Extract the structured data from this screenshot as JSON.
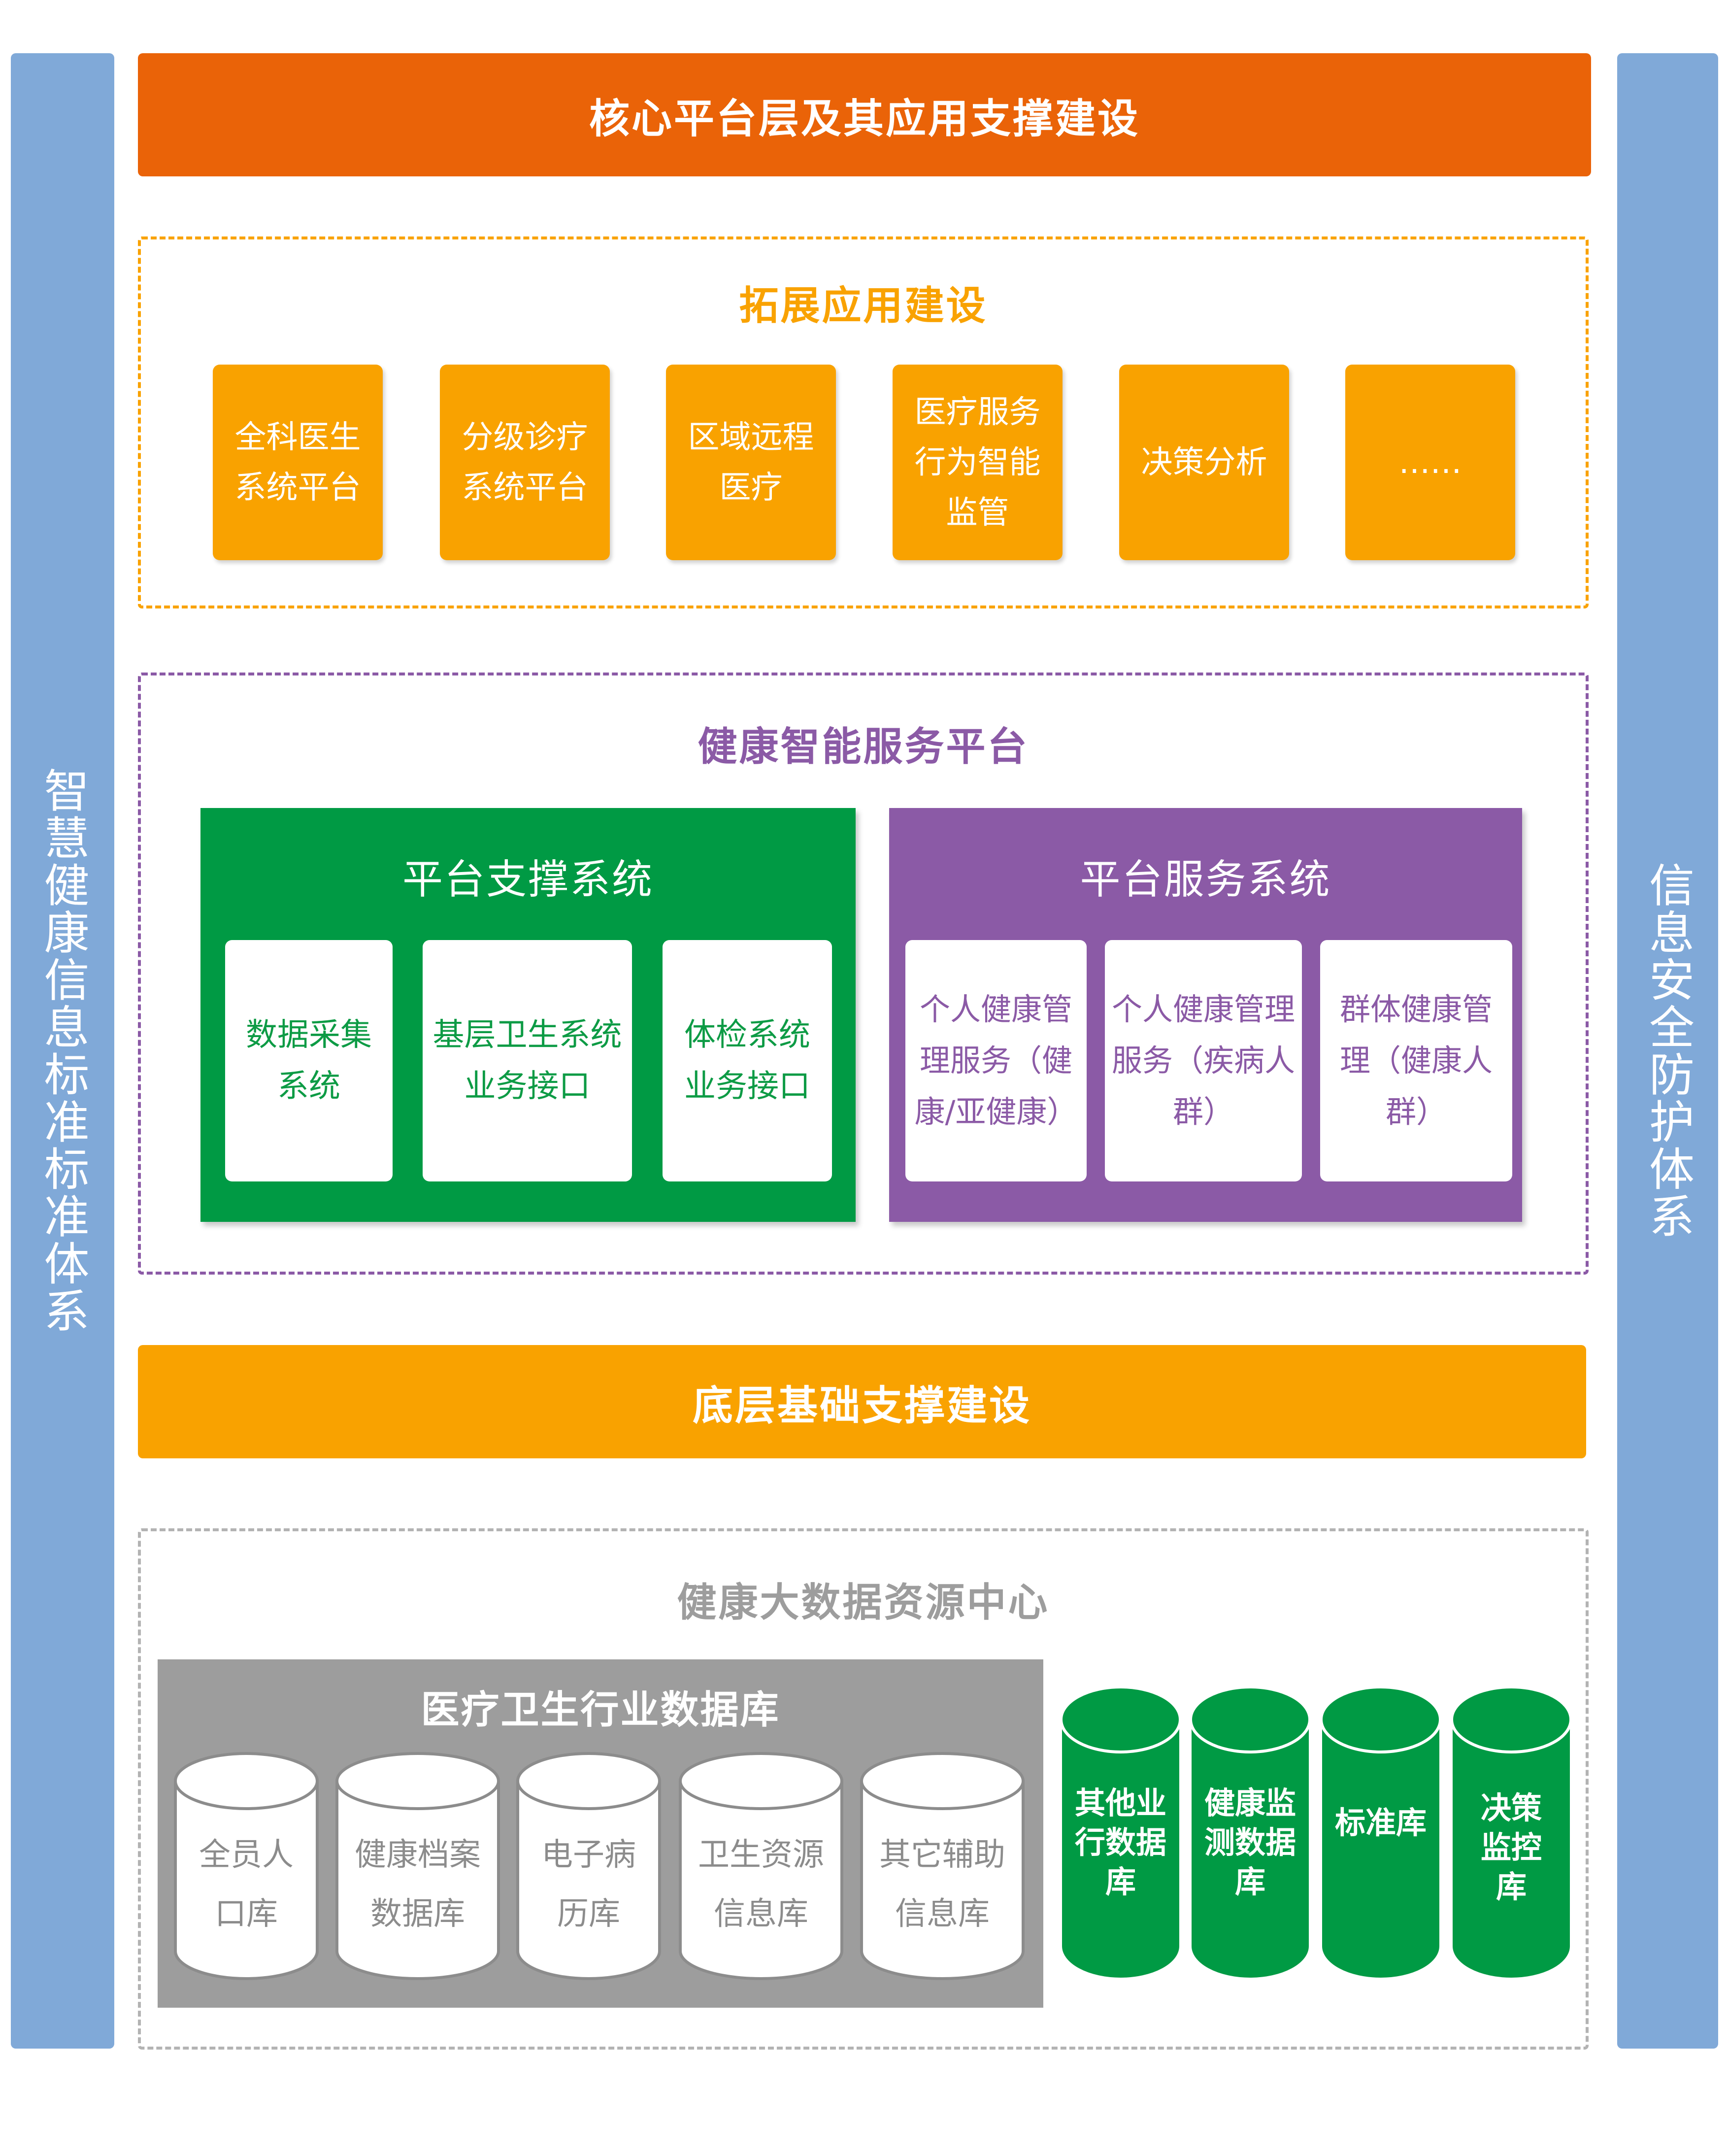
{
  "left_pillar": "智慧健康信息标准标准体系",
  "right_pillar": "信息安全防护体系",
  "core_banner": "核心平台层及其应用支撑建设",
  "extended": {
    "title": "拓展应用建设",
    "items": [
      "全科医生系统平台",
      "分级诊疗系统平台",
      "区域远程医疗",
      "医疗服务行为智能监管",
      "决策分析",
      "……"
    ]
  },
  "health_platform": {
    "title": "健康智能服务平台",
    "support": {
      "title": "平台支撑系统",
      "items": [
        "数据采集系统",
        "基层卫生系统业务接口",
        "体检系统业务接口"
      ]
    },
    "service": {
      "title": "平台服务系统",
      "items": [
        "个人健康管理服务（健康/亚健康）",
        "个人健康管理服务（疾病人群）",
        "群体健康管理（健康人群）"
      ]
    }
  },
  "base_banner": "底层基础支撑建设",
  "data_center": {
    "title": "健康大数据资源中心",
    "industry_db": {
      "title": "医疗卫生行业数据库",
      "items": [
        "全员人口库",
        "健康档案数据库",
        "电子病历库",
        "卫生资源信息库",
        "其它辅助信息库"
      ]
    },
    "other_dbs": [
      "其他业行数据库",
      "健康监测数据库",
      "标准库",
      "决策监控库"
    ]
  },
  "colors": {
    "pillar": "#80a9d8",
    "core": "#ea6308",
    "orange": "#f9a200",
    "green": "#009a44",
    "purple": "#8b5aa6",
    "gray": "#9d9d9d"
  }
}
